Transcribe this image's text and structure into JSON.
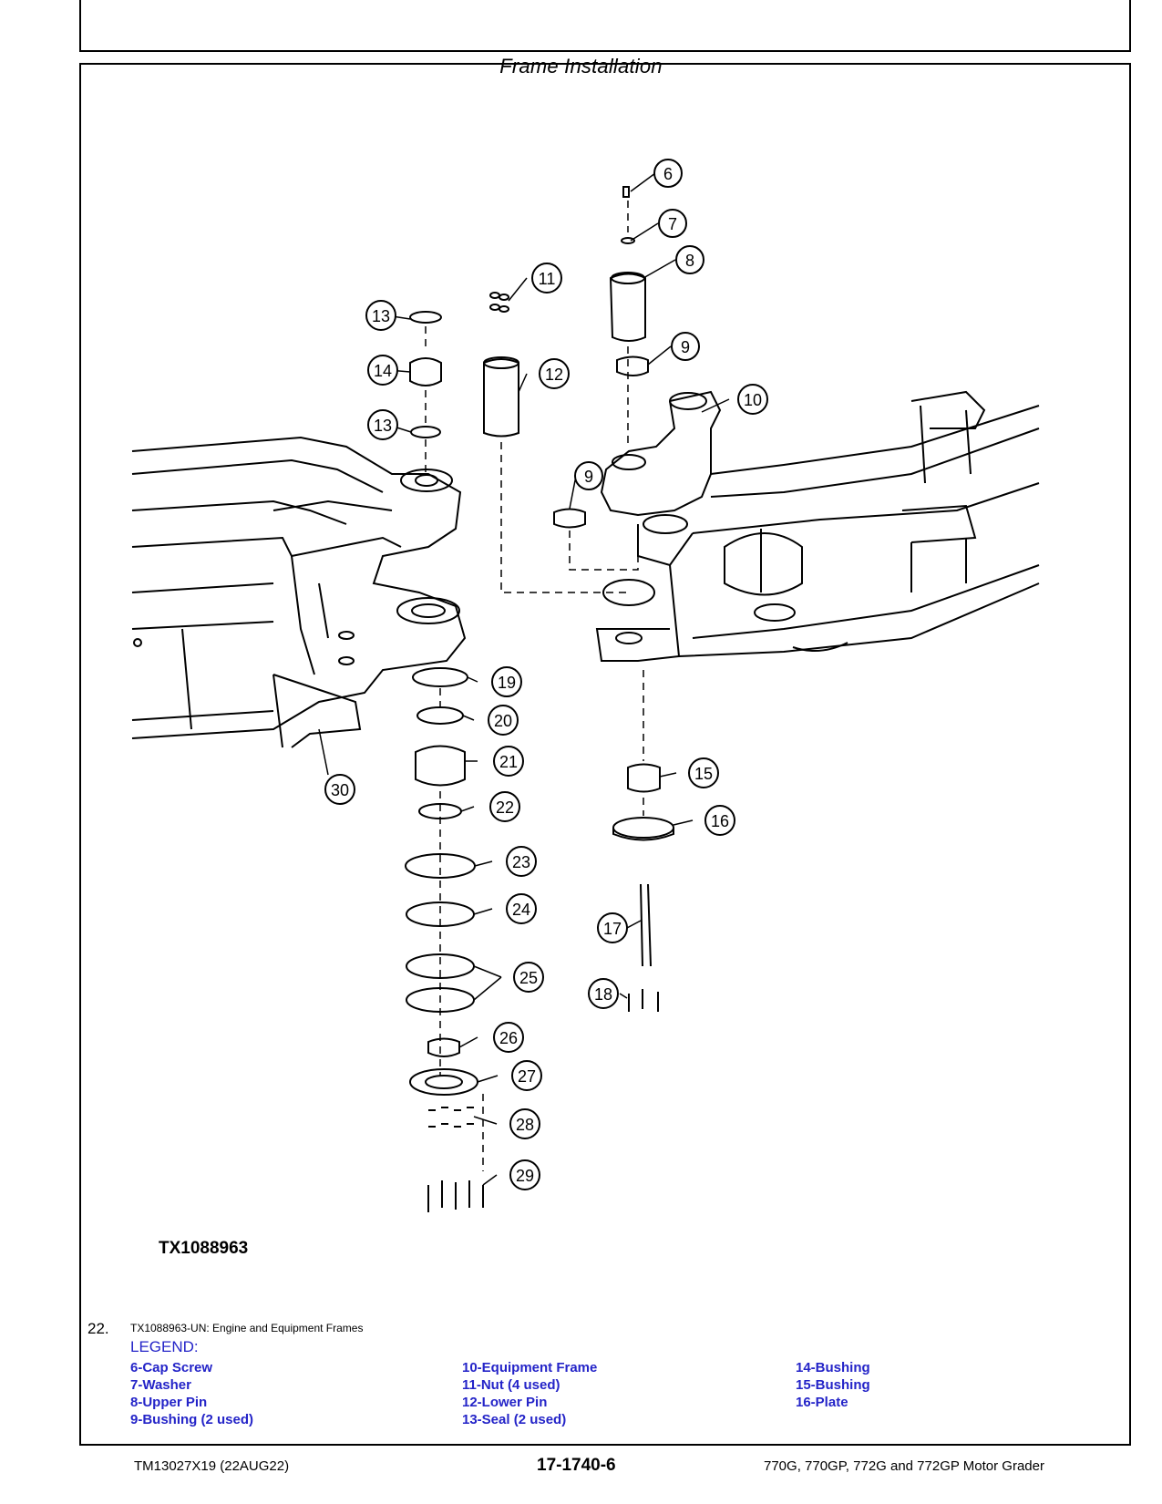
{
  "header": {
    "title": "Frame Installation"
  },
  "figure": {
    "id": "TX1088963"
  },
  "step": {
    "number": "22.",
    "caption": "TX1088963-UN: Engine and Equipment Frames"
  },
  "legend": {
    "title": "LEGEND:",
    "columns": [
      [
        "6-Cap Screw",
        "7-Washer",
        "8-Upper Pin",
        "9-Bushing (2 used)"
      ],
      [
        "10-Equipment Frame",
        "11-Nut (4 used)",
        "12-Lower Pin",
        "13-Seal (2 used)"
      ],
      [
        "14-Bushing",
        "15-Bushing",
        "16-Plate"
      ]
    ]
  },
  "callouts": [
    "6",
    "7",
    "8",
    "9",
    "9",
    "10",
    "11",
    "12",
    "13",
    "14",
    "13",
    "15",
    "16",
    "17",
    "18",
    "19",
    "20",
    "21",
    "22",
    "23",
    "24",
    "25",
    "26",
    "27",
    "28",
    "29",
    "30"
  ],
  "footer": {
    "manual": "TM13027X19 (22AUG22)",
    "page": "17-1740-6",
    "models": "770G, 770GP, 772G and 772GP Motor Grader"
  },
  "colors": {
    "legend_text": "#2424c8",
    "line_art": "#000000"
  }
}
